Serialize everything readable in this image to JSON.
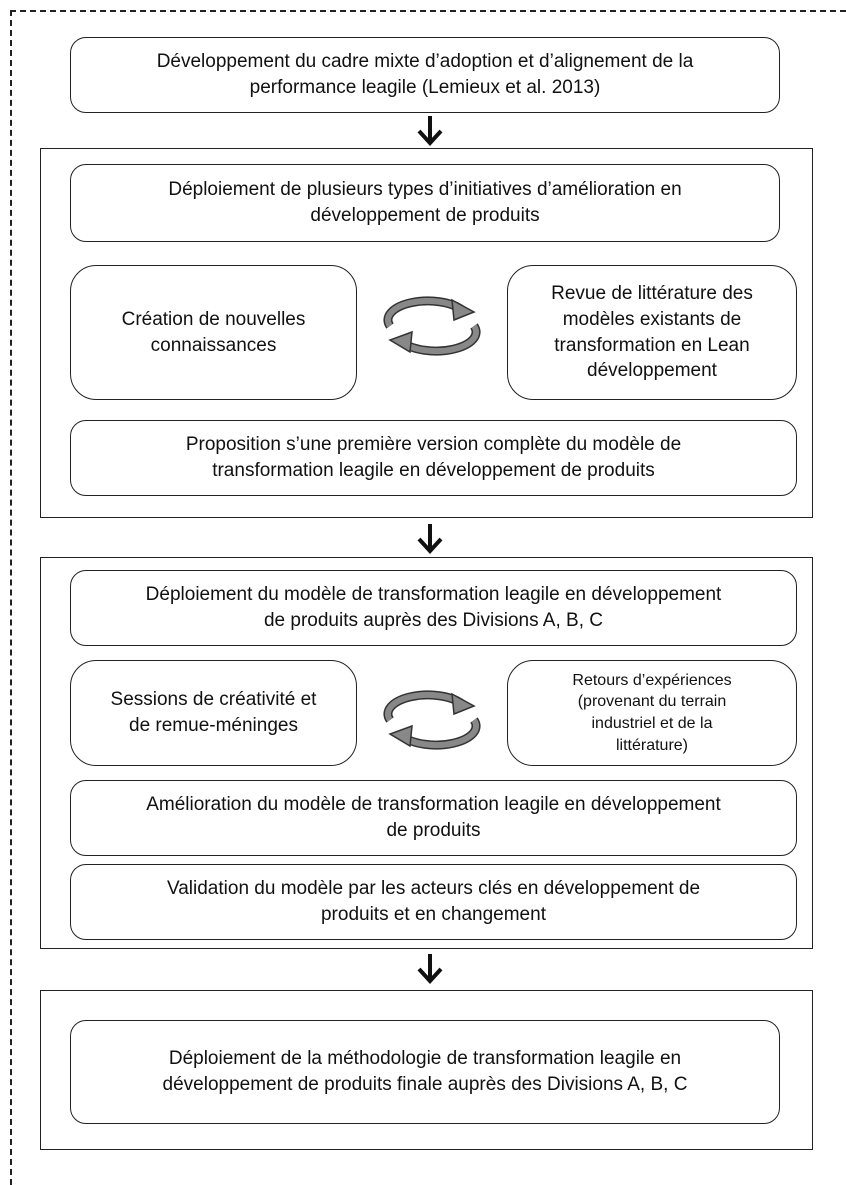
{
  "top_box": {
    "line1": "Développement du cadre mixte d’adoption et d’alignement de la",
    "line2": "performance leagile  (Lemieux et al. 2013)"
  },
  "phase1": {
    "deploy": {
      "line1": "Déploiement de plusieurs types d’initiatives d’amélioration en",
      "line2": "développement de produits"
    },
    "left": {
      "line1": "Création de nouvelles",
      "line2": "connaissances"
    },
    "right": {
      "line1": "Revue de littérature des",
      "line2": "modèles existants de",
      "line3": "transformation en Lean",
      "line4": "développement"
    },
    "proposal": {
      "line1": "Proposition s’une première version complète du modèle de",
      "line2": "transformation leagile en développement de produits"
    }
  },
  "phase2": {
    "deploy": {
      "line1": "Déploiement du modèle de transformation leagile en développement",
      "line2": "de produits auprès des Divisions A, B, C"
    },
    "left": {
      "line1": "Sessions de créativité et",
      "line2": "de remue-méninges"
    },
    "right": {
      "line1": "Retours d’expériences",
      "line2": "(provenant du terrain",
      "line3": "industriel et de la",
      "line4": "littérature)"
    },
    "improve": {
      "line1": "Amélioration du modèle de transformation leagile en développement",
      "line2": "de produits"
    },
    "validate": {
      "line1": "Validation du modèle par les acteurs clés en développement de",
      "line2": "produits et en changement"
    }
  },
  "phase3": {
    "final": {
      "line1": "Déploiement de la méthodologie de transformation leagile en",
      "line2": "développement de produits finale auprès des Divisions A, B, C"
    }
  },
  "icons": {
    "down_arrow": "down-arrow-icon",
    "cycle": "cycle-arrows-icon"
  }
}
